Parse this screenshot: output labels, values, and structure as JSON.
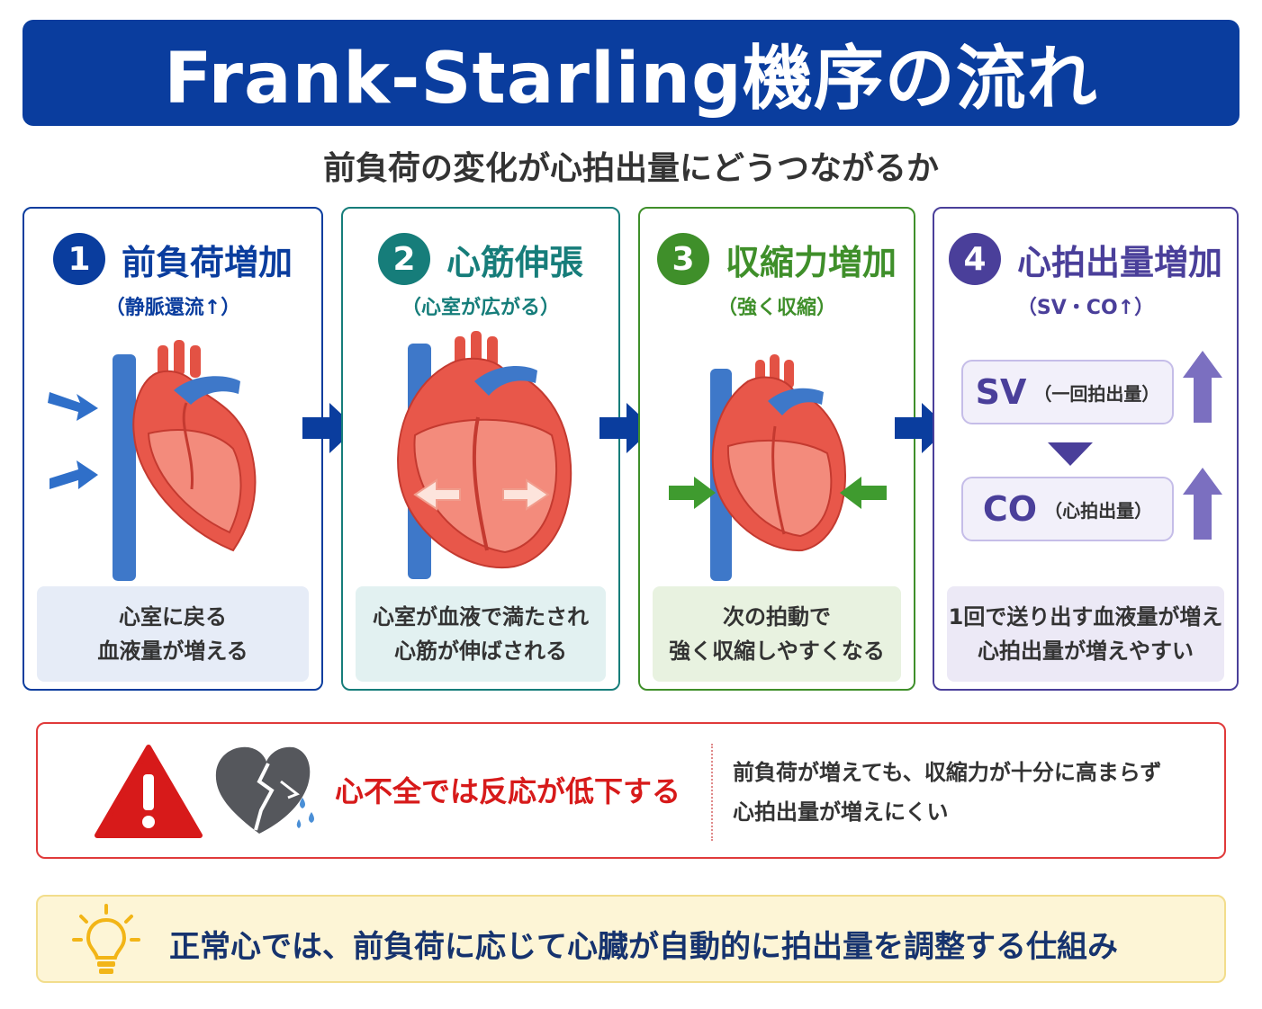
{
  "title": "Frank-Starling機序の流れ",
  "subtitle": "前負荷の変化が心拍出量にどうつながるか",
  "steps": [
    {
      "number": "1",
      "label": "前負荷増加",
      "sub": "（静脈還流↑）",
      "desc_line1": "心室に戻る",
      "desc_line2": "血液量が増える",
      "color": "#0a3d9e",
      "desc_bg": "#e6ecf7"
    },
    {
      "number": "2",
      "label": "心筋伸張",
      "sub": "（心室が広がる）",
      "desc_line1": "心室が血液で満たされ",
      "desc_line2": "心筋が伸ばされる",
      "color": "#167d7a",
      "desc_bg": "#e2f1f1"
    },
    {
      "number": "3",
      "label": "収縮力増加",
      "sub": "（強く収縮）",
      "desc_line1": "次の拍動で",
      "desc_line2": "強く収縮しやすくなる",
      "color": "#3f8f2a",
      "desc_bg": "#e8f2e0"
    },
    {
      "number": "4",
      "label": "心拍出量増加",
      "sub": "（SV・CO↑）",
      "desc_line1": "1回で送り出す血液量が増え",
      "desc_line2": "心拍出量が増えやすい",
      "color": "#4a3f9a",
      "desc_bg": "#ece9f6"
    }
  ],
  "outputs": {
    "sv_abbr": "SV",
    "sv_name": "（一回拍出量）",
    "co_abbr": "CO",
    "co_name": "（心拍出量）"
  },
  "warning": {
    "title": "心不全では反応が低下する",
    "line1": "前負荷が増えても、収縮力が十分に高まらず",
    "line2": "心拍出量が増えにくい"
  },
  "tip": "正常心では、前負荷に応じて心臓が自動的に拍出量を調整する仕組み",
  "colors": {
    "title_bg": "#0a3d9e",
    "flow_arrow": "#0a3d9e",
    "warning_red": "#d71a1a",
    "tip_bg": "#fdf5d6"
  }
}
